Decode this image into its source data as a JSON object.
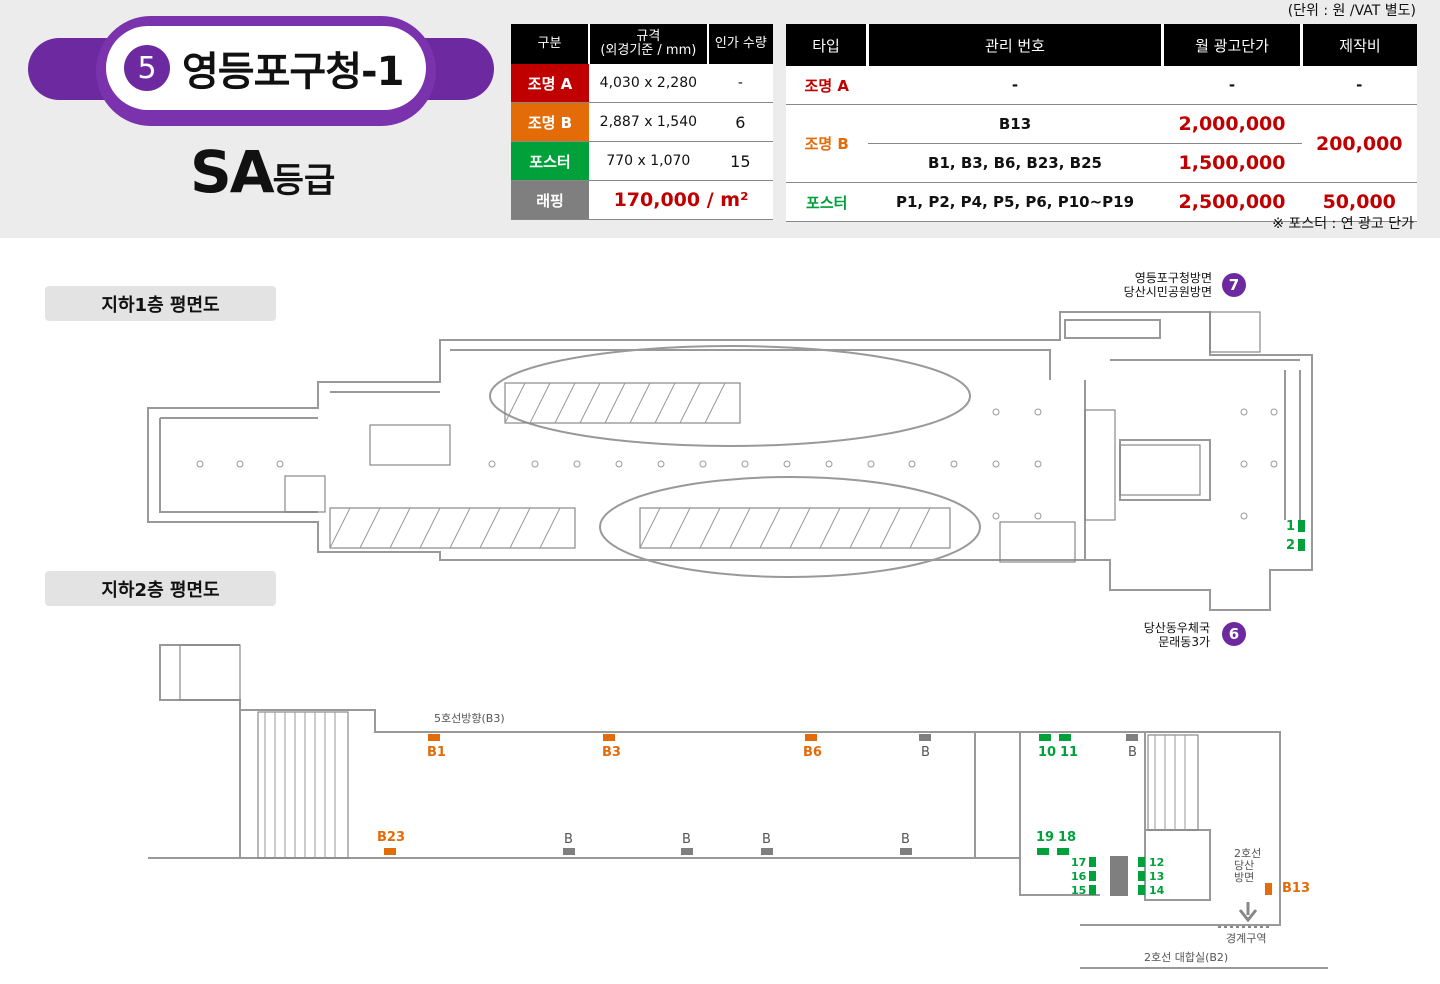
{
  "station": {
    "number": "5",
    "name": "영등포구청-1",
    "grade_main": "SA",
    "grade_sub": "등급"
  },
  "unit_note": "(단위 : 원 /VAT 별도)",
  "spec_table": {
    "headers": [
      "구분",
      "규격",
      "(외경기준 / mm)",
      "인가 수량"
    ],
    "rows": [
      {
        "cat": "조명 A",
        "size": "4,030 x 2,280",
        "qty": "-"
      },
      {
        "cat": "조명 B",
        "size": "2,887 x 1,540",
        "qty": "6"
      },
      {
        "cat": "포스터",
        "size": "770 x 1,070",
        "qty": "15"
      },
      {
        "cat": "래핑",
        "size": "170,000 / m²",
        "qty": ""
      }
    ]
  },
  "price_table": {
    "headers": [
      "타입",
      "관리 번호",
      "월 광고단가",
      "제작비"
    ],
    "rowA": {
      "type": "조명 A",
      "id": "-",
      "price": "-",
      "fee": "-"
    },
    "rowB1": {
      "type": "조명 B",
      "id": "B13",
      "price": "2,000,000",
      "fee": "200,000"
    },
    "rowB2": {
      "id": "B1, B3, B6, B23, B25",
      "price": "1,500,000"
    },
    "rowP": {
      "type": "포스터",
      "id": "P1, P2, P4, P5, P6, P10~P19",
      "price": "2,500,000",
      "fee": "50,000"
    }
  },
  "poster_note": "※ 포스터 : 연 광고 단가",
  "floors": {
    "b1": "지하1층 평면도",
    "b2": "지하2층 평면도"
  },
  "exits": {
    "e7_line1": "영등포구청방면",
    "e7_line2": "당산시민공원방면",
    "e7_num": "7",
    "e6_line1": "당산동우체국",
    "e6_line2": "문래동3가",
    "e6_num": "6"
  },
  "b1_markers": [
    "1",
    "2"
  ],
  "b2_labels": {
    "direction_top": "5호선방향(B3)",
    "b1": "B1",
    "b3": "B3",
    "b6": "B6",
    "b_gray": "B",
    "b23": "B23",
    "b13": "B13",
    "p10": "10",
    "p11": "11",
    "p19": "19",
    "p18": "18",
    "p17": "17",
    "p16": "16",
    "p15": "15",
    "p12": "12",
    "p13": "13",
    "p14": "14",
    "line2_dir": "2호선 당산 방면",
    "boundary": "경계구역",
    "transfer": "2호선 대합실(B2)"
  }
}
